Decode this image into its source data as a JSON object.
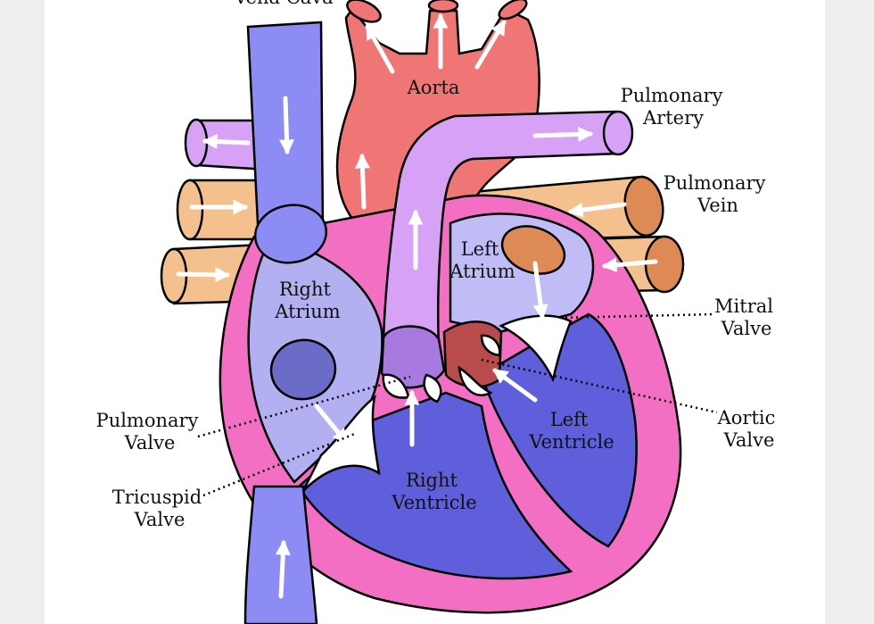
{
  "labels": {
    "vena_cava": "Vena Cava",
    "aorta": "Aorta",
    "pulmonary_artery": [
      "Pulmonary",
      "Artery"
    ],
    "pulmonary_vein": [
      "Pulmonary",
      "Vein"
    ],
    "left_atrium": [
      "Left",
      "Atrium"
    ],
    "right_atrium": [
      "Right",
      "Atrium"
    ],
    "mitral_valve": [
      "Mitral",
      "Valve"
    ],
    "pulmonary_valve": [
      "Pulmonary",
      "Valve"
    ],
    "aortic_valve": [
      "Aortic",
      "Valve"
    ],
    "left_ventricle": [
      "Left",
      "Ventricle"
    ],
    "right_ventricle": [
      "Right",
      "Ventricle"
    ],
    "tricuspid_valve": [
      "Tricuspid",
      "Valve"
    ]
  },
  "colors": {
    "page_margin": "#efefef",
    "background": "#ffffff",
    "outline": "#000000",
    "deoxygenated_vessel": "#8c8cf4",
    "oxygenated_vessel": "#f07676",
    "pulmonary_artery": "#d7a2f6",
    "pulmonary_vein": "#f3c08e",
    "pulmonary_vein_end": "#dd8a55",
    "heart_wall": "#f36fc3",
    "right_atrium": "#b3b0f2",
    "left_atrium": "#c0bcf6",
    "ventricle": "#5f5fdb",
    "valve_opening": "#6c6cc8",
    "pulmonary_valve": "#a87ae0",
    "aortic_valve": "#b84b4b",
    "valve_flap": "#ffffff",
    "flow_arrow": "#ffffff"
  }
}
